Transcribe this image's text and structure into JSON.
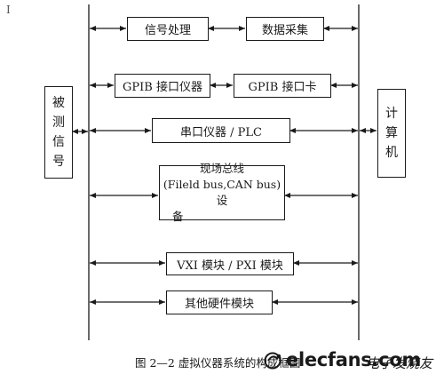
{
  "nodes": {
    "signal_processing": "信号处理",
    "data_acquisition": "数据采集",
    "gpib_instrument": "GPIB 接口仪器",
    "gpib_card": "GPIB 接口卡",
    "serial_instrument": "串口仪器 / PLC",
    "fieldbus_line1": "现场总线",
    "fieldbus_line2": "(Fileld bus,CAN bus)设",
    "fieldbus_line3": "备",
    "vxi_pxi": "VXI 模块 / PXI 模块",
    "other_hardware": "其他硬件模块",
    "measured_signal_chars": [
      "被",
      "测",
      "信",
      "号"
    ],
    "computer_chars": [
      "计",
      "算",
      "机"
    ]
  },
  "caption": "图 2—2  虚拟仪器系统的构成框图",
  "watermark": {
    "site": "elecfans.com",
    "chinese": "电子发烧友"
  },
  "cursor_glyph": "I"
}
